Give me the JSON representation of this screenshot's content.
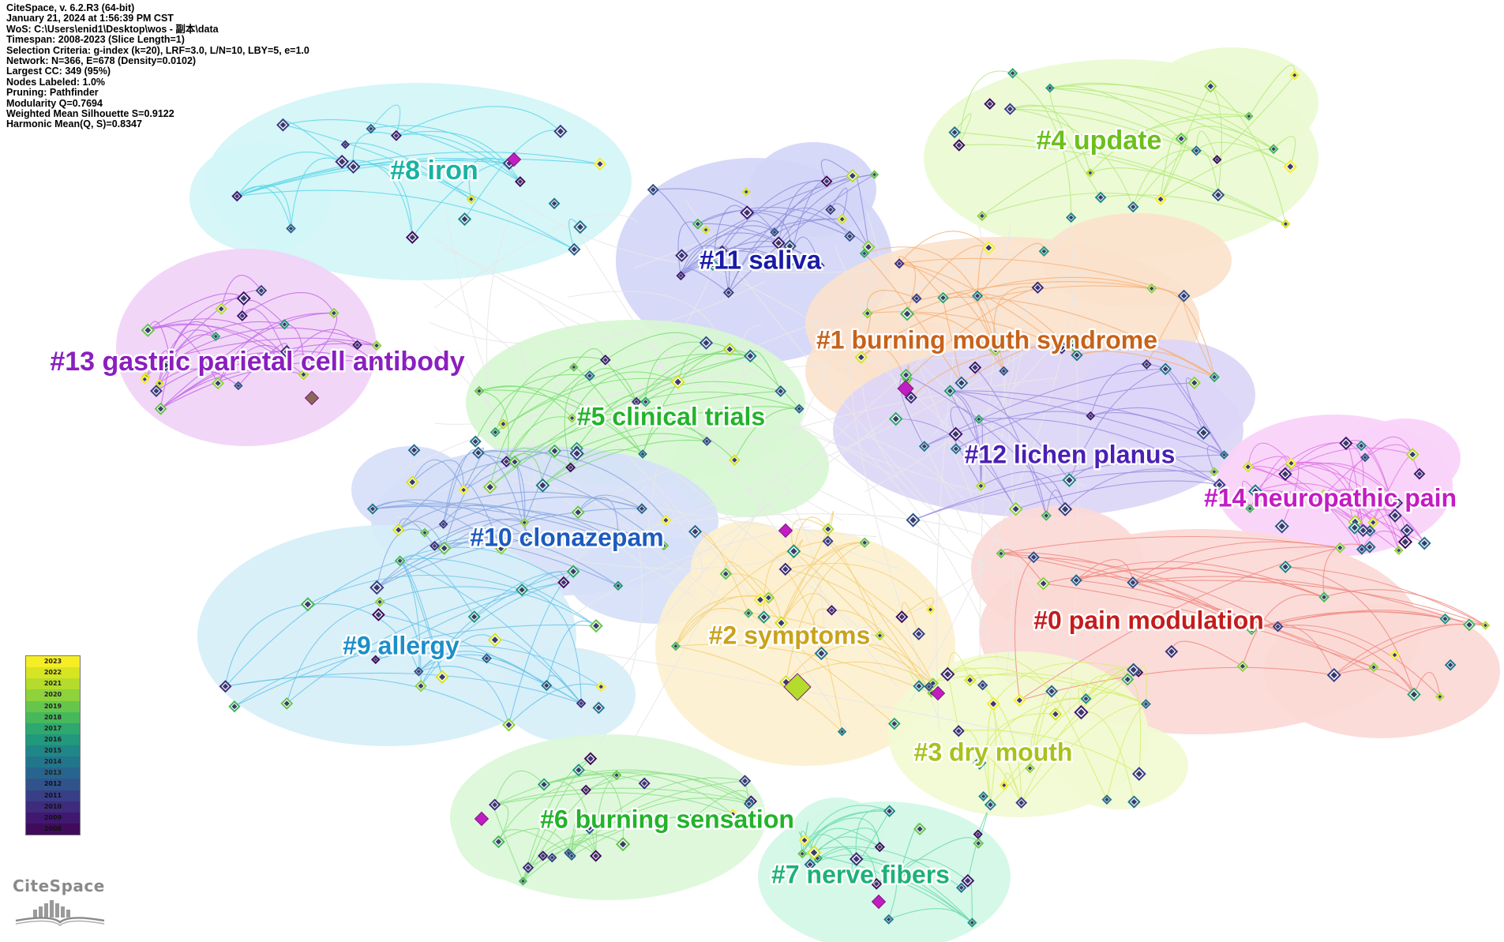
{
  "header": {
    "lines": [
      "CiteSpace, v. 6.2.R3 (64-bit)",
      "January 21, 2024 at 1:56:39 PM CST",
      "WoS: C:\\Users\\enid1\\Desktop\\wos - 副本\\data",
      "Timespan: 2008-2023 (Slice Length=1)",
      "Selection Criteria: g-index (k=20), LRF=3.0, L/N=10, LBY=5, e=1.0",
      "Network: N=366, E=678 (Density=0.0102)",
      "Largest CC: 349 (95%)",
      "Nodes Labeled: 1.0%",
      "Pruning: Pathfinder",
      "Modularity Q=0.7694",
      "Weighted Mean Silhouette S=0.9122",
      "Harmonic Mean(Q, S)=0.8347"
    ]
  },
  "clusters": [
    {
      "id": "c8",
      "label": "#8 iron",
      "color": "#19b3a3",
      "fill": "#d2f5f7",
      "edge": "#5fd6e8",
      "region": "iron"
    },
    {
      "id": "c11",
      "label": "#11 saliva",
      "color": "#1a1aa8",
      "fill": "#d4d6f7",
      "edge": "#8f93dd",
      "region": "saliva"
    },
    {
      "id": "c4",
      "label": "#4 update",
      "color": "#6cc01c",
      "fill": "#eafad2",
      "edge": "#b6ea7e",
      "region": "update"
    },
    {
      "id": "c13",
      "label": "#13 gastric parietal cell antibody",
      "color": "#8a1fbf",
      "fill": "#f1d2f7",
      "edge": "#c26ce6",
      "region": "gastric"
    },
    {
      "id": "c1",
      "label": "#1 burning mouth syndrome",
      "color": "#c8621a",
      "fill": "#fbe2cc",
      "edge": "#f4b37a",
      "region": "bms"
    },
    {
      "id": "c5",
      "label": "#5 clinical trials",
      "color": "#22b42a",
      "fill": "#d8f7d2",
      "edge": "#7fdf76",
      "region": "clinical"
    },
    {
      "id": "c12",
      "label": "#12 lichen planus",
      "color": "#4a1fb5",
      "fill": "#dcd6f7",
      "edge": "#9d8fe2",
      "region": "lichen"
    },
    {
      "id": "c14",
      "label": "#14 neuropathic pain",
      "color": "#c21cc4",
      "fill": "#f8d2f8",
      "edge": "#e27ae6",
      "region": "neuro"
    },
    {
      "id": "c10",
      "label": "#10 clonazepam",
      "color": "#1d5bbf",
      "fill": "#d6e0f7",
      "edge": "#8aa8e0",
      "region": "clonazepam"
    },
    {
      "id": "c2",
      "label": "#2 symptoms",
      "color": "#caa21c",
      "fill": "#fdf0cf",
      "edge": "#f5d07a",
      "region": "symptoms"
    },
    {
      "id": "c0",
      "label": "#0 pain modulation",
      "color": "#c41c1c",
      "fill": "#fbd9d6",
      "edge": "#f08b84",
      "region": "pain"
    },
    {
      "id": "c9",
      "label": "#9 allergy",
      "color": "#1c8fc8",
      "fill": "#d6eff8",
      "edge": "#6cc6ea",
      "region": "allergy"
    },
    {
      "id": "c3",
      "label": "#3 dry mouth",
      "color": "#a8c21c",
      "fill": "#f2fad2",
      "edge": "#d6ef72",
      "region": "dry"
    },
    {
      "id": "c6",
      "label": "#6 burning sensation",
      "color": "#22b42a",
      "fill": "#dcf7d9",
      "edge": "#8fe08a",
      "region": "burning"
    },
    {
      "id": "c7",
      "label": "#7 nerve fibers",
      "color": "#1cb27a",
      "fill": "#d2f7e6",
      "edge": "#6fdcb0",
      "region": "nerve"
    }
  ],
  "legend": {
    "years": [
      "2023",
      "2022",
      "2021",
      "2020",
      "2019",
      "2018",
      "2017",
      "2016",
      "2015",
      "2014",
      "2013",
      "2012",
      "2011",
      "2010",
      "2009",
      "2008"
    ],
    "colors": [
      "#f6ee24",
      "#d7e422",
      "#b5dc2c",
      "#8ed23c",
      "#66c64c",
      "#47b85c",
      "#2ea86e",
      "#22987c",
      "#1f8788",
      "#22768c",
      "#28658e",
      "#31538c",
      "#393f86",
      "#3e2b7c",
      "#401870",
      "#410b5c"
    ]
  },
  "logo": {
    "text": "CiteSpace"
  }
}
